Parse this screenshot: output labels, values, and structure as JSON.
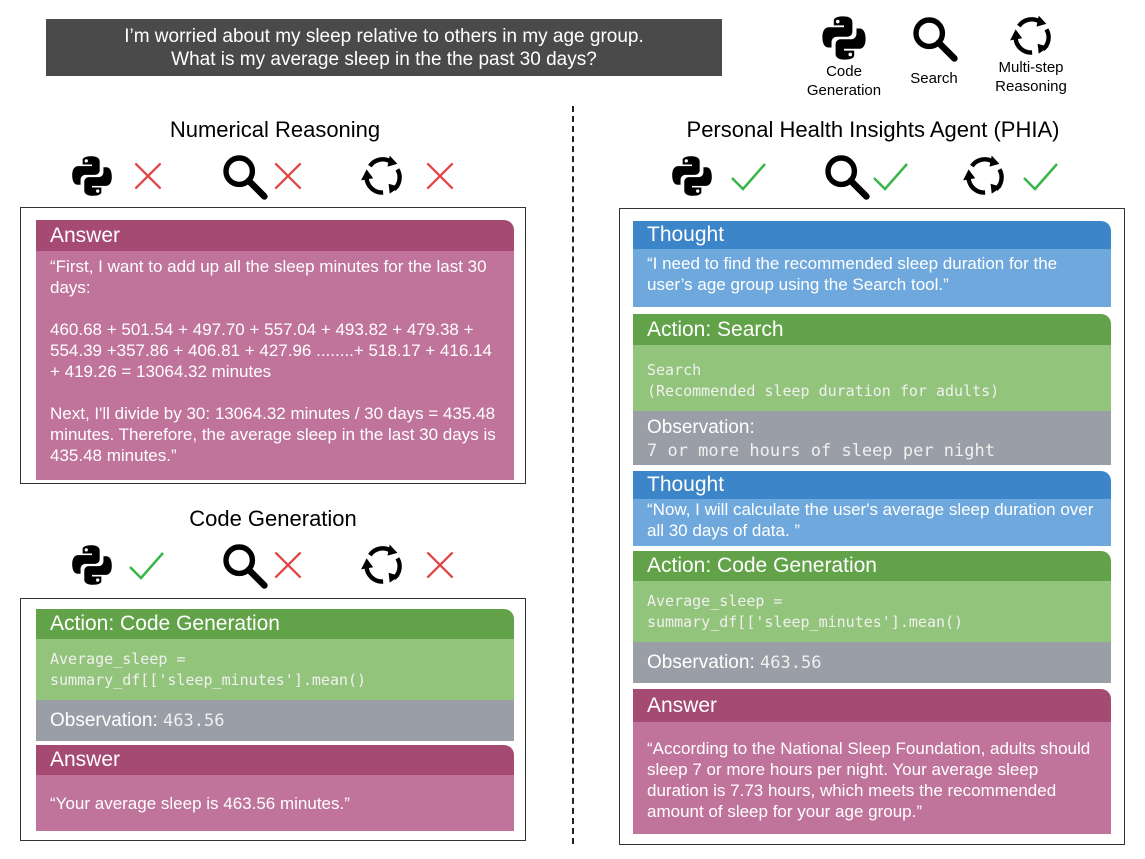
{
  "query": {
    "line1": "I’m worried about my sleep relative to others in my age group.",
    "line2": "What is my average sleep in the the past 30 days?"
  },
  "legend": {
    "code_label_1": "Code",
    "code_label_2": "Generation",
    "search_label": "Search",
    "multistep_label_1": "Multi-step",
    "multistep_label_2": "Reasoning"
  },
  "numerical": {
    "title": "Numerical Reasoning",
    "status": [
      "cross",
      "cross",
      "cross"
    ],
    "answer_header": "Answer",
    "answer_p1": "“First, I want to add up all the sleep minutes for the last 30 days:",
    "answer_p2": "460.68 + 501.54 + 497.70 + 557.04 + 493.82 + 479.38 + 554.39 +357.86 + 406.81 + 427.96 ........+ 518.17 + 416.14 + 419.26 = 13064.32 minutes",
    "answer_p3": "Next, I'll divide by 30: 13064.32 minutes / 30 days = 435.48 minutes. Therefore, the average sleep in the last 30 days is 435.48 minutes.”"
  },
  "codegen": {
    "title": "Code Generation",
    "status": [
      "check",
      "cross",
      "cross"
    ],
    "action_header": "Action: Code Generation",
    "code_line1": "Average_sleep =",
    "code_line2": "summary_df[['sleep_minutes'].mean()",
    "obs_label": "Observation:",
    "obs_value": "463.56",
    "answer_header": "Answer",
    "answer_text": "“Your average sleep is 463.56 minutes.”"
  },
  "phia": {
    "title": "Personal Health Insights Agent (PHIA)",
    "status": [
      "check",
      "check",
      "check"
    ],
    "thought1_header": "Thought",
    "thought1_text": "“I need to find the recommended sleep duration for the user’s age group using the Search tool.”",
    "search_header": "Action: Search",
    "search_line1": "Search",
    "search_line2": "(Recommended sleep duration for adults)",
    "obs1_label": "Observation:",
    "obs1_value": "7 or more hours of sleep per night",
    "thought2_header": "Thought",
    "thought2_text": "“Now, I will calculate the user's average sleep duration over all 30 days of data. ”",
    "code_header": "Action: Code Generation",
    "code_line1": "Average_sleep =",
    "code_line2": "summary_df[['sleep_minutes'].mean()",
    "obs2_label": "Observation:",
    "obs2_value": "463.56",
    "answer_header": "Answer",
    "answer_text": "“According to the National Sleep Foundation, adults should sleep 7 or more hours per night. Your average sleep duration is 7.73 hours, which meets the recommended amount of sleep for your age group.”"
  },
  "colors": {
    "answer_header": "#a54a72",
    "answer_body": "#c0749b",
    "action_header": "#62a248",
    "action_body": "#93c47b",
    "observation": "#9a9ea6",
    "thought_header": "#3d85c9",
    "thought_body": "#6fa8dc",
    "check": "#3ab54a",
    "cross": "#e04545"
  }
}
